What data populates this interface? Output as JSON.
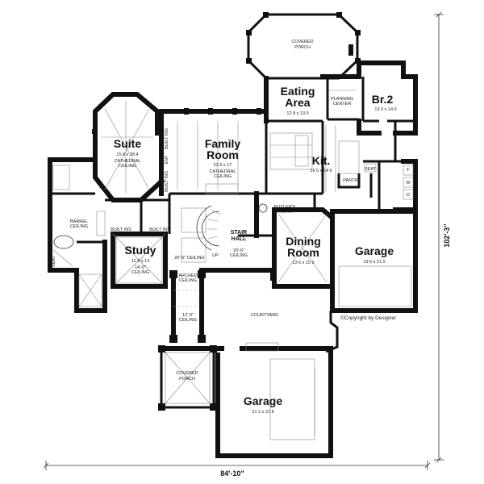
{
  "rooms": {
    "covered_porch_rear": {
      "name": "COVERED\nPORCH"
    },
    "eating_area": {
      "name": "Eating\nArea",
      "size": "12 8 x 13 0"
    },
    "planning_center": {
      "name": "PLANNING\nCENTER"
    },
    "br2": {
      "name": "Br.2",
      "size": "13 0 x 14 0"
    },
    "suite": {
      "name": "Suite",
      "size": "15 6 x 28 4",
      "ceiling": "CATHEDRAL\nCEILING"
    },
    "family_room": {
      "name": "Family\nRoom",
      "size": "22 6 x 17",
      "ceiling": "CATHEDRAL\nCEILING"
    },
    "kitchen": {
      "name": "Kit.",
      "size": "16 0 x 14 6"
    },
    "pantry": {
      "name": "PANTRY"
    },
    "seat_laundry": {
      "name": "SEAT"
    },
    "barrel": {
      "name": "BARREL\nCEILING"
    },
    "seat_bath": {
      "name": "SEAT"
    },
    "study": {
      "name": "Study",
      "size": "12 8 x 14",
      "ceiling": "14'-0\"\nCEILING"
    },
    "stair_hall": {
      "name": "STAIR\nHALL"
    },
    "butlers_pantry": {
      "name": "BUTLER'S\nPANTRY"
    },
    "dining_room": {
      "name": "Dining\nRoom",
      "size": "13 6 x 15 0"
    },
    "garage_1": {
      "name": "Garage",
      "size": "19 6 x 21 0"
    },
    "courtyard": {
      "name": "COURTYARD"
    },
    "covered_porch_front": {
      "name": "COVERED\nPORCH"
    },
    "garage_2": {
      "name": "Garage",
      "size": "21 2 x 21 8"
    }
  },
  "labels": {
    "ceiling_20_6": "20'-6\" CEILING",
    "ceiling_20_6_b": "20'-6\"\nCEILING",
    "arched_ceiling": "ARCHED\nCEILING",
    "ceiling_12": "12'-0\"\nCEILING",
    "up": "UP",
    "built_ins": "BUILT\nINS",
    "ent": "ENT",
    "copyright": "©Copyright by Designer"
  },
  "dimensions": {
    "width": "84'-10\"",
    "depth": "102'-3\""
  }
}
